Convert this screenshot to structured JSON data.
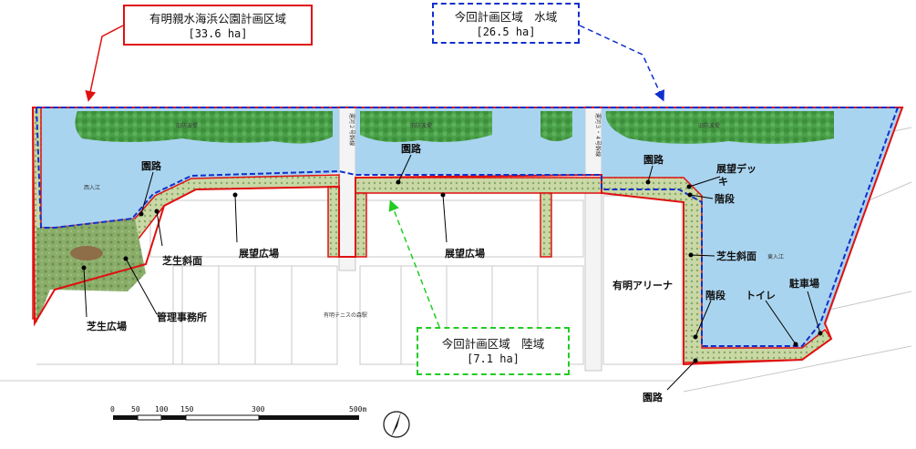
{
  "callouts": {
    "park_area": {
      "title": "有明親水海浜公園計画区域",
      "area": "[33.6 ha]",
      "color": "#e01010"
    },
    "water_area": {
      "title": "今回計画区域　水域",
      "area": "[26.5 ha]",
      "color": "#1030cc"
    },
    "land_area": {
      "title": "今回計画区域　陸域",
      "area": "[7.1 ha]",
      "color": "#22cc22"
    }
  },
  "labels": {
    "path_1": "園路",
    "path_2": "園路",
    "path_3": "園路",
    "path_4": "園路",
    "lawn_slope_1": "芝生斜面",
    "lawn_slope_2": "芝生斜面",
    "lawn_plaza": "芝生広場",
    "management_office": "管理事務所",
    "viewing_plaza_1": "展望広場",
    "viewing_plaza_2": "展望広場",
    "viewing_deck_line1": "展望デッ",
    "viewing_deck_line2": "キ",
    "stairs_1": "階段",
    "stairs_2": "階段",
    "toilet": "トイレ",
    "parking": "駐車場",
    "arena": "有明アリーナ",
    "tennis_forest": "有明テニスの森駅",
    "west_inlet": "西入江",
    "east_inlet": "東入江",
    "breakwater_1": "旧防波堤",
    "breakwater_2": "旧防波堤",
    "breakwater_3": "旧防波堤",
    "canal_1": "運河２号幹線",
    "canal_2": "運河３・４号幹線"
  },
  "scale_bar": {
    "ticks": [
      "0",
      "50",
      "100",
      "150",
      "300",
      "500m"
    ]
  },
  "colors": {
    "water": "#a9d4ef",
    "tree": "#4aa048",
    "land_strip": "#c9d8a5",
    "lawn": "#7ea160",
    "road": "#f4f4f4",
    "parcel_line": "#c8c8c8"
  },
  "icons": {
    "north_arrow": "north-arrow-icon"
  }
}
